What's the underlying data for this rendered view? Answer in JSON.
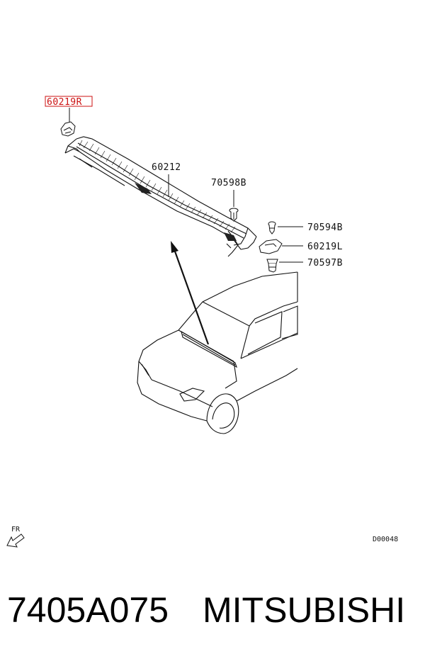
{
  "diagram": {
    "callouts": {
      "bracket_right": "60219R",
      "cowl_panel": "60212",
      "clip_top": "70598B",
      "screw": "70594B",
      "bracket_left": "60219L",
      "nut": "70597B"
    },
    "orientation_label": "FR",
    "diagram_code": "D00048",
    "highlight_color": "#cc1111"
  },
  "caption": {
    "part_number": "7405A075",
    "brand": "MITSUBISHI"
  }
}
